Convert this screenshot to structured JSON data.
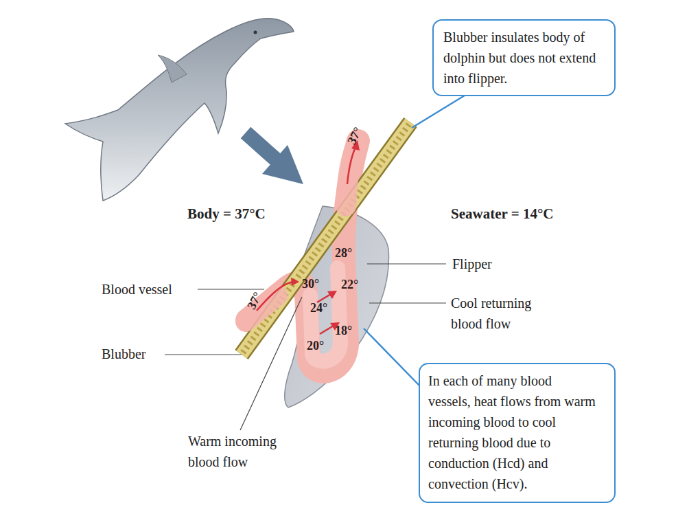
{
  "diagram": {
    "nodes": [
      {
        "text": [
          "Blubber insulates body of dolphin but does not extend into flipper."
        ]
      },
      {
        "text": [
          "In each of many blood vessels, heat flows from warm incoming blood to cool returning blood due to conduction (Hcd) and convection (Hcv)."
        ]
      }
    ],
    "labels": [
      "Body = 37°C",
      "Seawater = 14°C",
      "37°",
      "28°",
      "Flipper",
      "Blood vessel",
      "30°",
      "22°",
      "Cool returning blood flow",
      "37°",
      "24°",
      "18°",
      "Blubber",
      "20°",
      "Warm incoming blood flow"
    ]
  }
}
